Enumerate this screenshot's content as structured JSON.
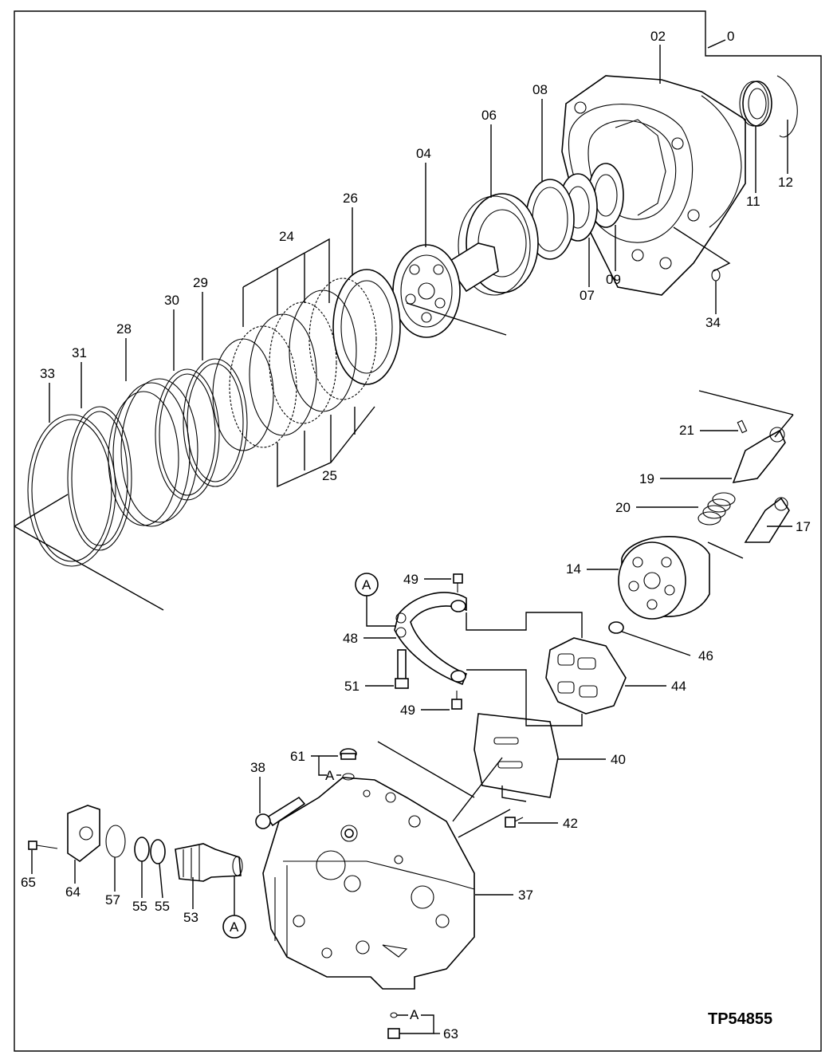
{
  "drawing_code": "TP54855",
  "callout_A": "A",
  "labels": {
    "p0": "0",
    "p02": "02",
    "p04": "04",
    "p06": "06",
    "p07": "07",
    "p08": "08",
    "p09": "09",
    "p11": "11",
    "p12": "12",
    "p14": "14",
    "p17": "17",
    "p19": "19",
    "p20": "20",
    "p21": "21",
    "p24": "24",
    "p25": "25",
    "p26": "26",
    "p28": "28",
    "p29": "29",
    "p30": "30",
    "p31": "31",
    "p33": "33",
    "p34": "34",
    "p37": "37",
    "p38": "38",
    "p40": "40",
    "p42": "42",
    "p44": "44",
    "p46": "46",
    "p48": "48",
    "p49a": "49",
    "p49b": "49",
    "p51": "51",
    "p53": "53",
    "p55a": "55",
    "p55b": "55",
    "p57": "57",
    "p61": "61",
    "p63": "63",
    "p64": "64",
    "p65": "65"
  }
}
